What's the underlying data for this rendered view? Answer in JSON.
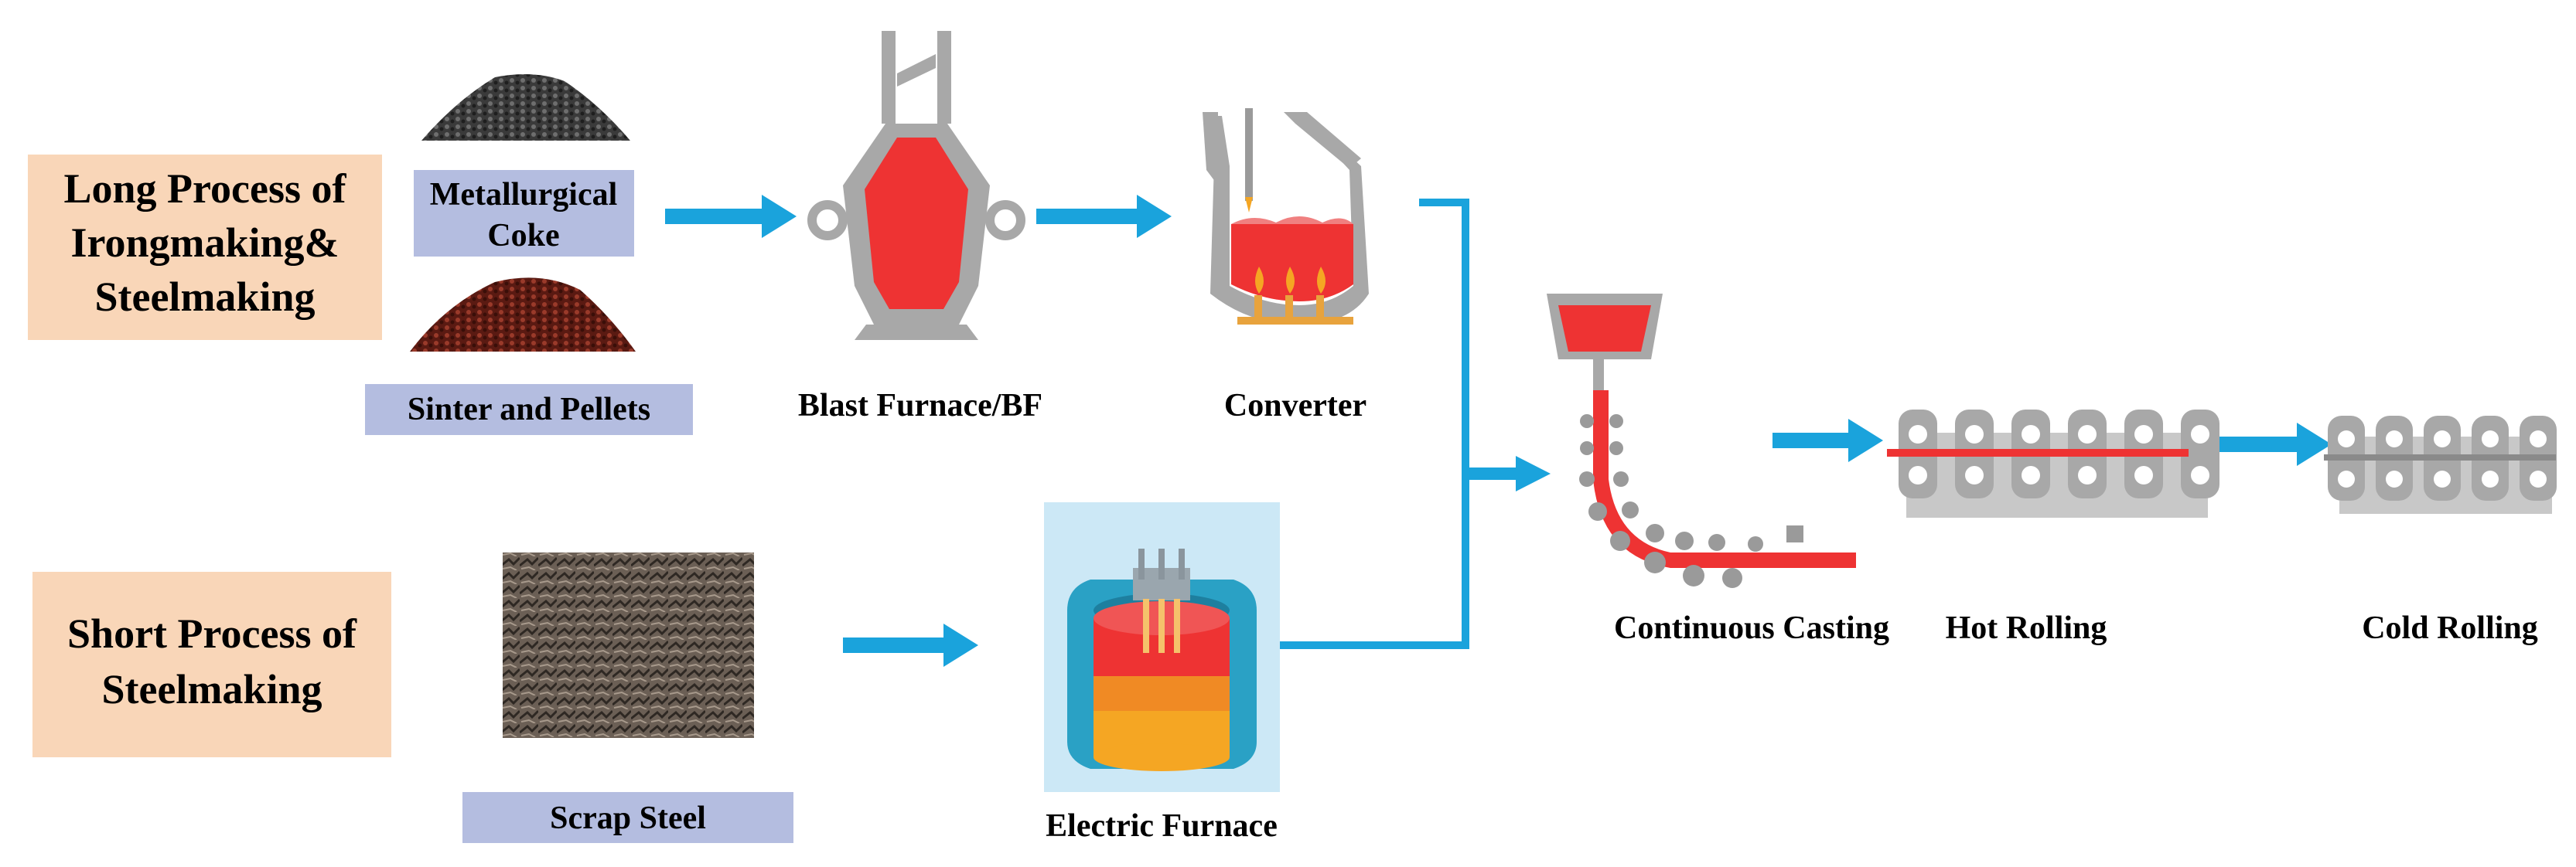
{
  "labels": {
    "long_process": [
      "Long Process of",
      "Irongmaking&",
      "Steelmaking"
    ],
    "short_process": [
      "Short Process of",
      "Steelmaking"
    ],
    "coke": [
      "Metallurgical",
      "Coke"
    ],
    "sinter": "Sinter and Pellets",
    "scrap": "Scrap Steel",
    "blast_furnace": "Blast Furnace/BF",
    "converter": "Converter",
    "electric_furnace": "Electric Furnace",
    "continuous_casting": "Continuous Casting",
    "hot_rolling": "Hot Rolling",
    "cold_rolling": "Cold Rolling"
  },
  "colors": {
    "process_box": "#f9d6b8",
    "material_label": "#b4bde0",
    "arrow": "#1aa3dc",
    "molten": "#ee3333",
    "refractory": "#a8a8a8",
    "flame": "#f5a623"
  }
}
